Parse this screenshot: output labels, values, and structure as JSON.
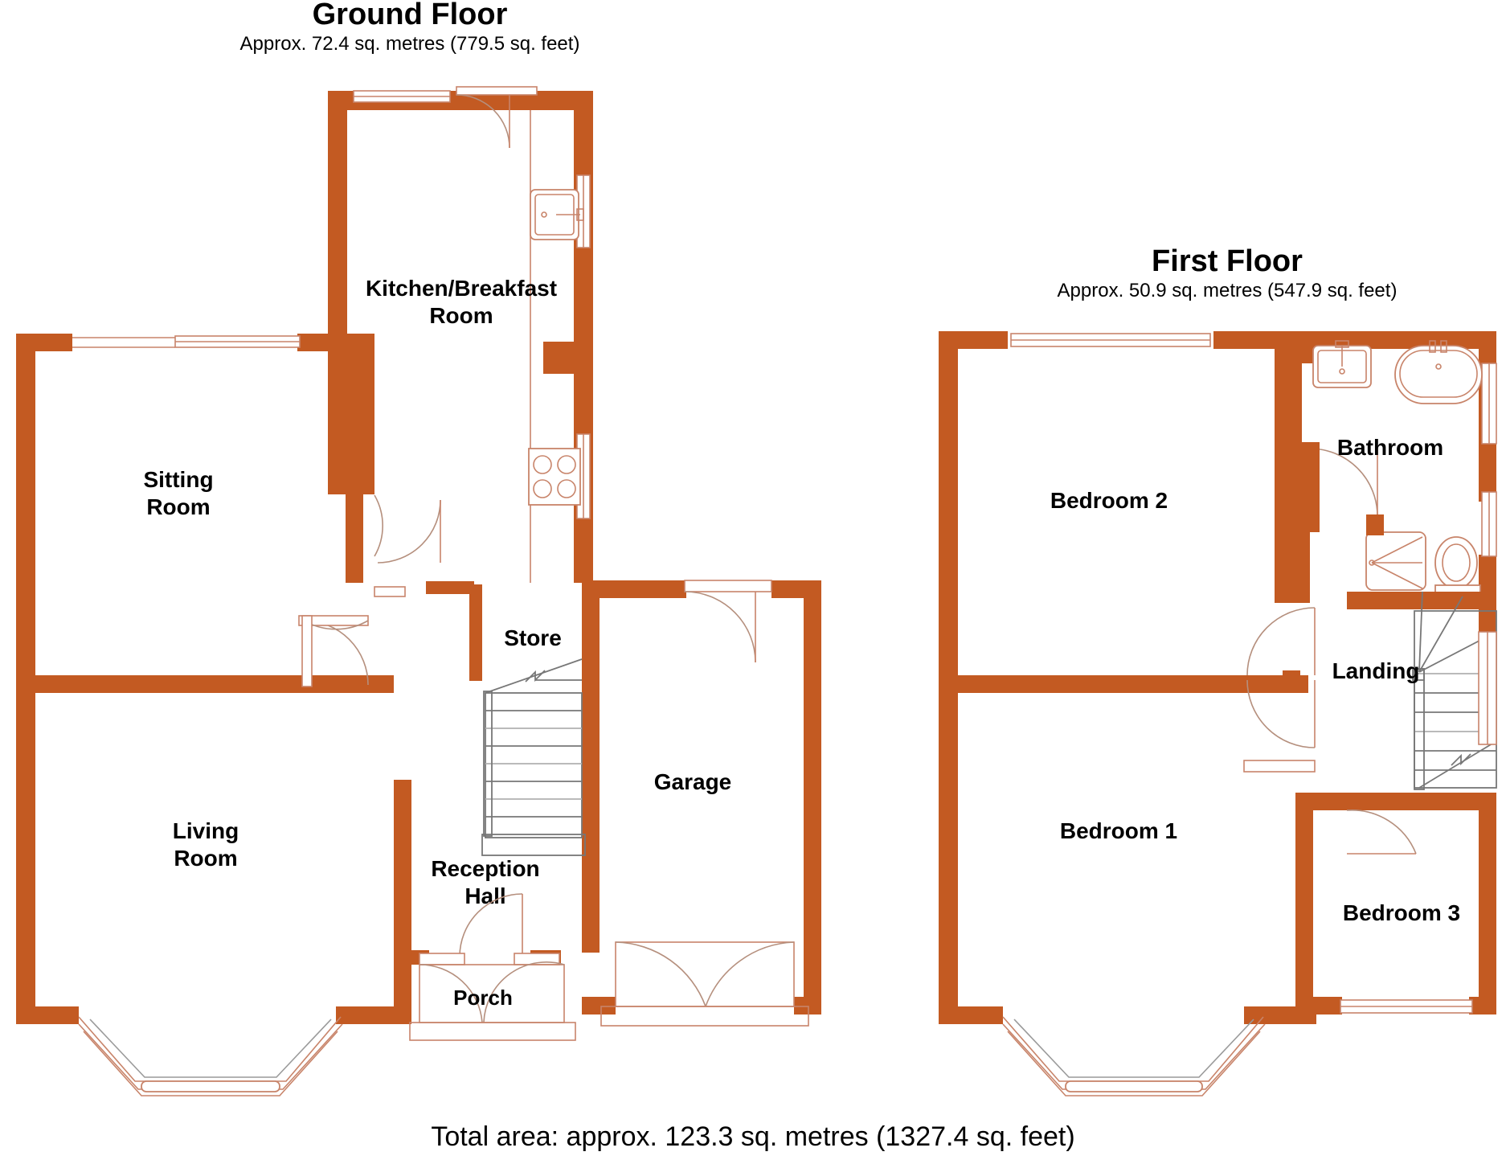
{
  "document": {
    "type": "floor-plan",
    "background_color": "#ffffff",
    "wall_color": "#C35A22",
    "line_color": "#C8846A",
    "text_color": "#000000",
    "total_area_text": "Total area: approx. 123.3 sq. metres (1327.4 sq. feet)"
  },
  "floors": [
    {
      "id": "ground-floor",
      "title": "Ground Floor",
      "subtitle": "Approx. 72.4 sq. metres (779.5 sq. feet)",
      "area_metric": "72.4 sq. metres",
      "area_imperial": "779.5 sq. feet",
      "rooms": [
        {
          "id": "kitchen-breakfast-room",
          "label_line1": "Kitchen/Breakfast",
          "label_line2": "Room"
        },
        {
          "id": "sitting-room",
          "label_line1": "Sitting",
          "label_line2": "Room"
        },
        {
          "id": "living-room",
          "label_line1": "Living",
          "label_line2": "Room"
        },
        {
          "id": "store",
          "label_line1": "Store",
          "label_line2": ""
        },
        {
          "id": "reception-hall",
          "label_line1": "Reception",
          "label_line2": "Hall"
        },
        {
          "id": "garage",
          "label_line1": "Garage",
          "label_line2": ""
        },
        {
          "id": "porch",
          "label_line1": "Porch",
          "label_line2": ""
        }
      ],
      "fixtures": [
        {
          "id": "kitchen-sink",
          "name": "sink-fixture"
        },
        {
          "id": "kitchen-hob",
          "name": "hob-fixture"
        },
        {
          "id": "staircase",
          "name": "staircase-up"
        }
      ]
    },
    {
      "id": "first-floor",
      "title": "First Floor",
      "subtitle": "Approx. 50.9 sq. metres (547.9 sq. feet)",
      "area_metric": "50.9 sq. metres",
      "area_imperial": "547.9 sq. feet",
      "rooms": [
        {
          "id": "bedroom-2",
          "label_line1": "Bedroom 2",
          "label_line2": ""
        },
        {
          "id": "bathroom",
          "label_line1": "Bathroom",
          "label_line2": ""
        },
        {
          "id": "landing",
          "label_line1": "Landing",
          "label_line2": ""
        },
        {
          "id": "bedroom-1",
          "label_line1": "Bedroom 1",
          "label_line2": ""
        },
        {
          "id": "bedroom-3",
          "label_line1": "Bedroom 3",
          "label_line2": ""
        }
      ],
      "fixtures": [
        {
          "id": "bathroom-basin",
          "name": "wash-basin-fixture"
        },
        {
          "id": "bathroom-bath",
          "name": "bathtub-fixture"
        },
        {
          "id": "bathroom-shower",
          "name": "shower-tray-fixture"
        },
        {
          "id": "bathroom-wc",
          "name": "toilet-fixture"
        },
        {
          "id": "staircase",
          "name": "staircase-down"
        }
      ]
    }
  ],
  "labels": {
    "ground_title": "Ground Floor",
    "ground_subtitle": "Approx. 72.4 sq. metres (779.5 sq. feet)",
    "first_title": "First Floor",
    "first_subtitle": "Approx. 50.9 sq. metres (547.9 sq. feet)",
    "kitchen_1": "Kitchen/Breakfast",
    "kitchen_2": "Room",
    "sitting_1": "Sitting",
    "sitting_2": "Room",
    "living_1": "Living",
    "living_2": "Room",
    "store": "Store",
    "reception_1": "Reception",
    "reception_2": "Hall",
    "garage": "Garage",
    "porch": "Porch",
    "bedroom2": "Bedroom 2",
    "bathroom": "Bathroom",
    "landing": "Landing",
    "bedroom1": "Bedroom 1",
    "bedroom3": "Bedroom 3",
    "total": "Total area: approx. 123.3 sq. metres (1327.4 sq. feet)"
  }
}
